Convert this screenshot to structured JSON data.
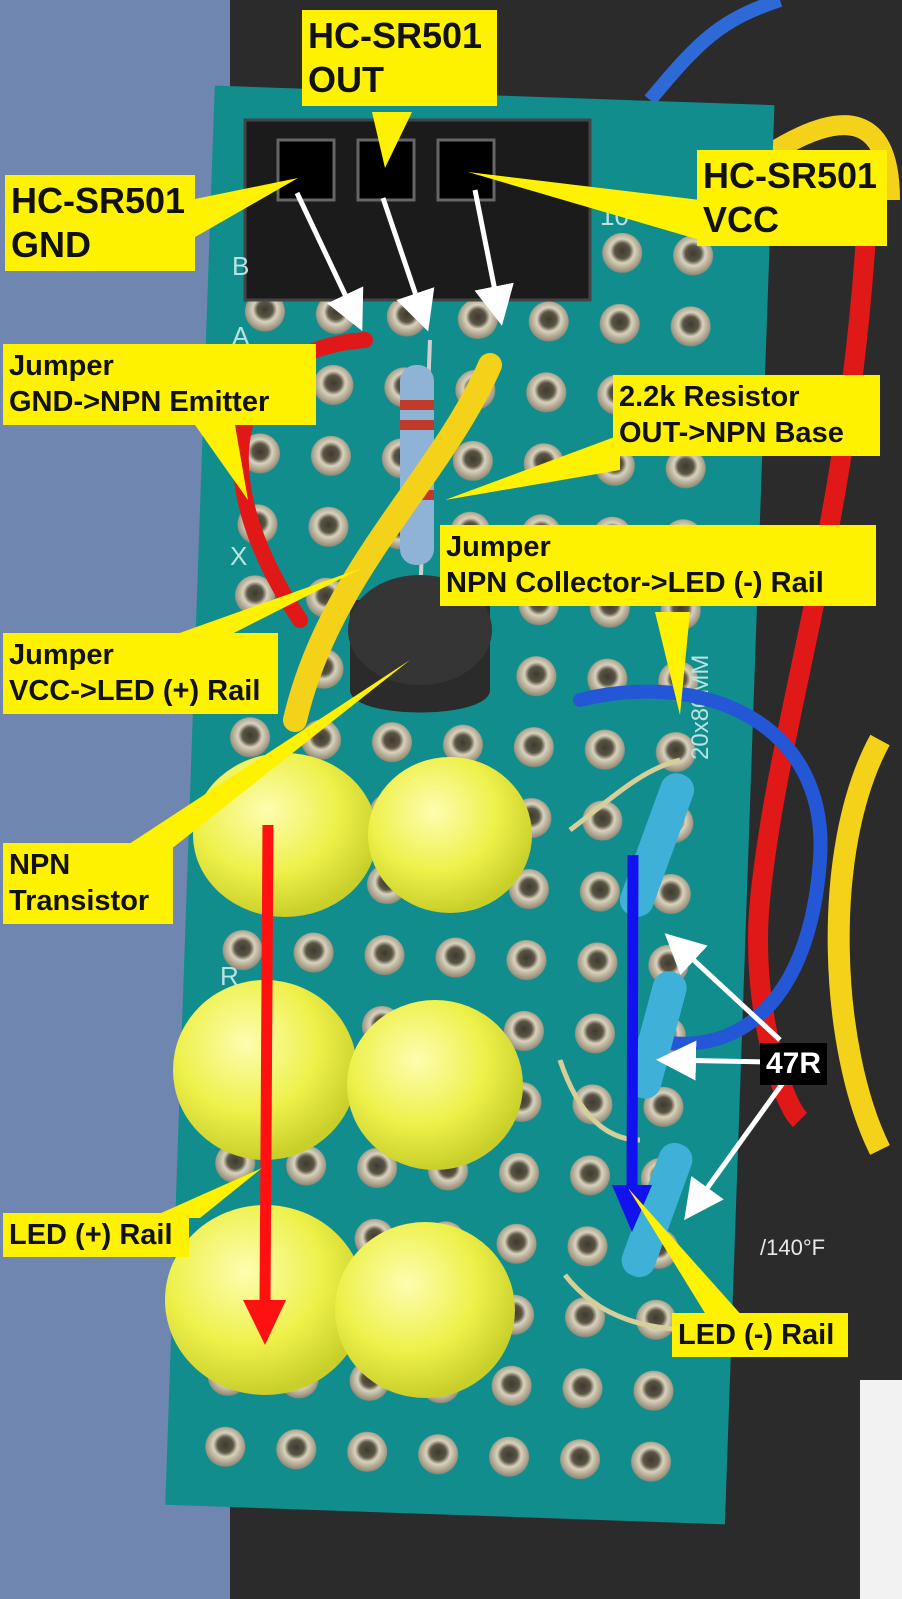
{
  "labels": {
    "sensor_out": [
      "HC-SR501",
      "OUT"
    ],
    "sensor_gnd": [
      "HC-SR501",
      "GND"
    ],
    "sensor_vcc": [
      "HC-SR501",
      "VCC"
    ],
    "jumper_gnd": [
      "Jumper",
      "GND->NPN Emitter"
    ],
    "resistor_base": [
      "2.2k Resistor",
      "OUT->NPN Base"
    ],
    "jumper_collector": [
      "Jumper",
      "NPN Collector->LED (-) Rail"
    ],
    "jumper_vcc": [
      "Jumper",
      "VCC->LED (+) Rail"
    ],
    "npn": [
      "NPN",
      "Transistor"
    ],
    "resistors_47r": "47R",
    "led_pos_rail": "LED (+) Rail",
    "led_neg_rail": "LED (-) Rail"
  },
  "board_markings": {
    "row_b": "B",
    "row_a": "A",
    "row_x": "X",
    "row_r": "R",
    "col_10": "10",
    "part_id": "20x80MM",
    "temp": "/140°F"
  },
  "colors": {
    "label_bg": "#fff200",
    "pcb": "#128d8d",
    "led": "#f4f55c",
    "pos_rail_arrow": "#ff1111",
    "neg_rail_arrow": "#1212ee",
    "wire_red": "#e01818",
    "wire_yellow": "#f5d21a",
    "wire_blue": "#2457d6"
  }
}
